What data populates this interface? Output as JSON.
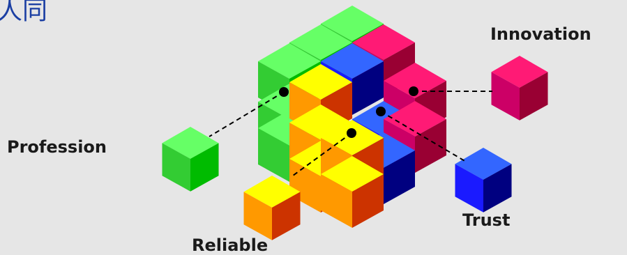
{
  "header": {
    "title_fragment": "人同"
  },
  "diagram": {
    "labels": {
      "innovation": "Innovation",
      "profession": "Profession",
      "trust": "Trust",
      "reliable": "Reliable"
    },
    "colors": {
      "green": "#33cc33",
      "magenta": "#e6005c",
      "blue": "#3355ff",
      "yellow_orange": "#ffaa00",
      "background": "#e6e6e6"
    }
  }
}
